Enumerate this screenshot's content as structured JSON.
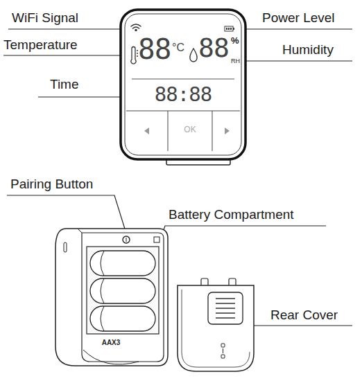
{
  "diagram": {
    "labels": [
      "WiFi Signal",
      "Power Level",
      "Temperature",
      "Humidity",
      "Time",
      "88",
      "°C",
      "88",
      "%",
      "RH",
      "88:88",
      "OK",
      "Pairing Button",
      "Battery Compartment",
      "Rear Cover",
      "AAX3"
    ]
  }
}
